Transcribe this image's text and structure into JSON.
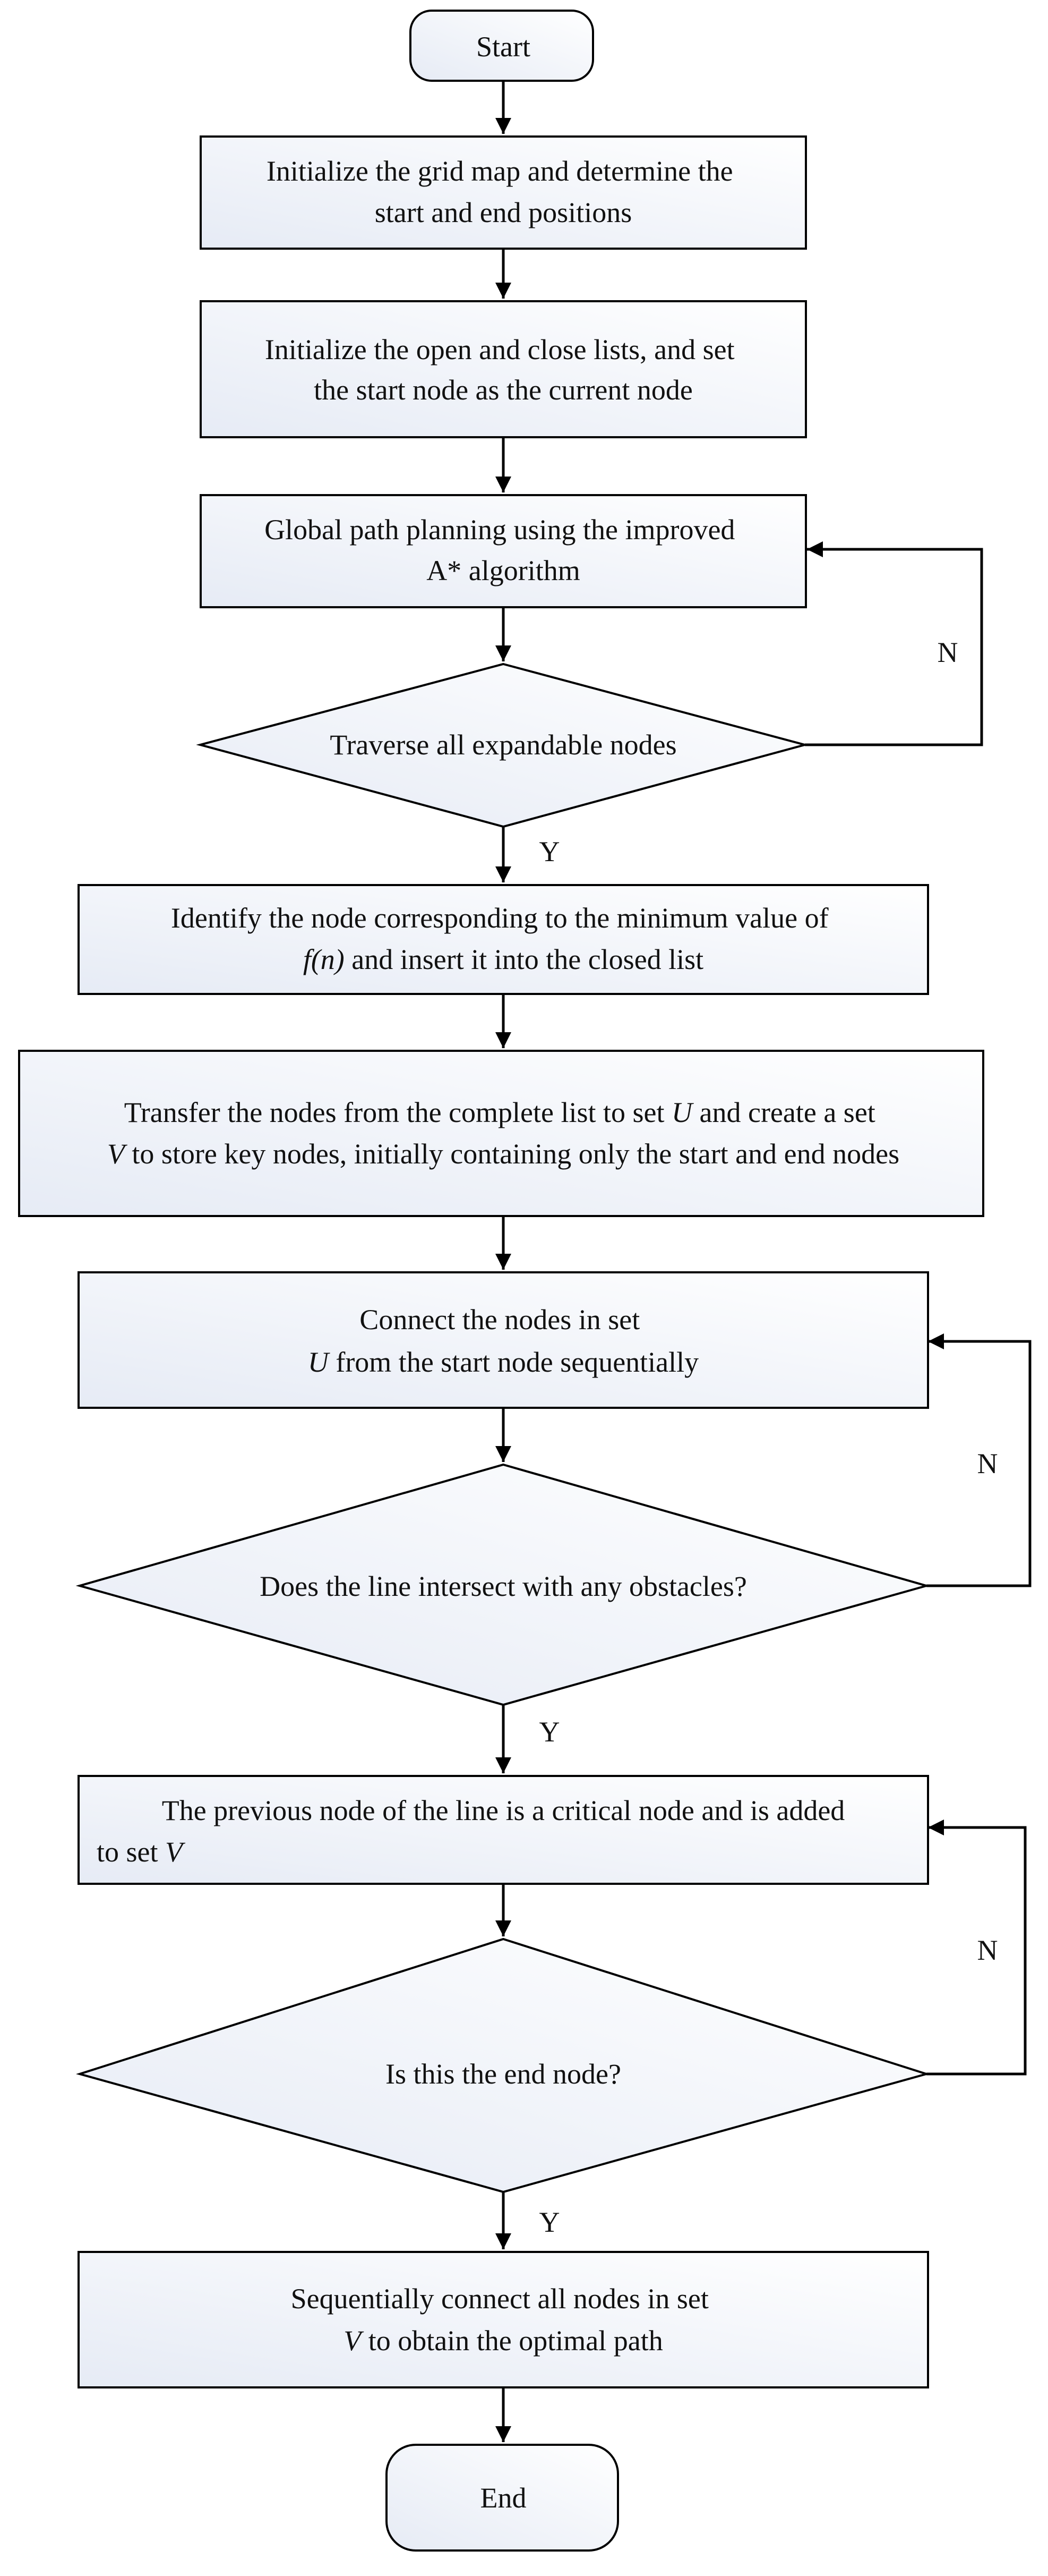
{
  "flowchart": {
    "start": {
      "text": "Start"
    },
    "step_init_grid": {
      "lines": [
        [
          "Initialize the grid map and determine the"
        ],
        [
          "start and end positions"
        ]
      ]
    },
    "step_init_lists": {
      "lines": [
        [
          "Initialize the open and close lists, and set"
        ],
        [
          "the start node as the current node"
        ]
      ]
    },
    "step_global_planning": {
      "lines": [
        [
          "Global path planning using the improved"
        ],
        [
          "A* algorithm"
        ]
      ]
    },
    "decision_traverse": {
      "text": "Traverse all expandable nodes"
    },
    "step_identify_min": {
      "line1": "Identify the node corresponding to the minimum value of",
      "line2_italic": "f(n)",
      "line2_rest": " and insert it into the closed list"
    },
    "step_transfer": {
      "line1_pre": "Transfer the nodes from the complete list to set ",
      "line1_var": "U",
      "line1_post": " and create a set",
      "line2_var": "V",
      "line2_post": " to store key nodes, initially containing only the start and end nodes"
    },
    "step_connect": {
      "line1": "Connect the nodes in set",
      "line2_var": "U",
      "line2_post": " from the start node sequentially"
    },
    "decision_intersect": {
      "text": "Does the line intersect with any obstacles?"
    },
    "step_critical": {
      "line1": "The previous node of the line is a critical node and is added",
      "line2_pre": "to set ",
      "line2_var": "V"
    },
    "decision_end": {
      "text": "Is this the end node?"
    },
    "step_connect_v": {
      "line1": "Sequentially connect all nodes in set",
      "line2_var": "V",
      "line2_post": " to obtain the optimal path"
    },
    "end": {
      "text": "End"
    },
    "labels": {
      "yes": "Y",
      "no": "N"
    }
  },
  "colors": {
    "stroke": "#000000",
    "fill_start": "#e6ebf5",
    "fill_end": "#ffffff",
    "text": "#111111"
  }
}
